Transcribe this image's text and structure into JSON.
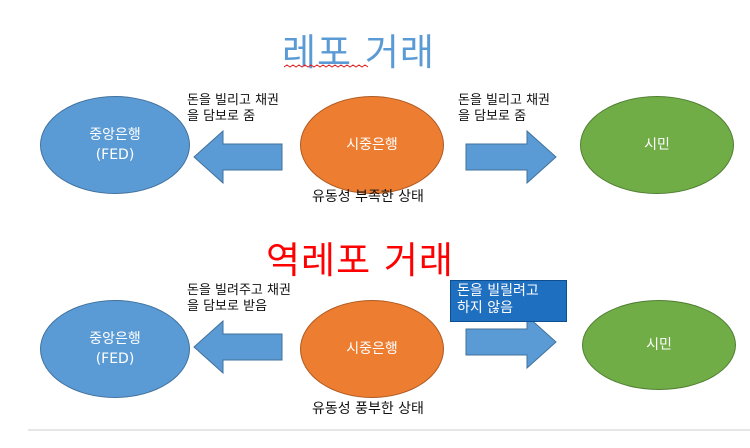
{
  "repo": {
    "title": "레포 거래",
    "central_bank": {
      "line1": "중앙은행",
      "line2": "(FED)"
    },
    "commercial_bank": "시중은행",
    "citizen": "시민",
    "left_note": {
      "line1": "돈을 빌리고 채권",
      "line2": "을 담보로 줌"
    },
    "right_note": {
      "line1": "돈을 빌리고 채권",
      "line2": "을 담보로 줌"
    },
    "caption": "유동성 부족한 상태"
  },
  "reverse_repo": {
    "title": "역레포 거래",
    "central_bank": {
      "line1": "중앙은행",
      "line2": "(FED)"
    },
    "commercial_bank": "시중은행",
    "citizen": "시민",
    "left_note": {
      "line1": "돈을 빌려주고 채권",
      "line2": "을 담보로 받음"
    },
    "callout": {
      "line1": "돈을 빌릴려고",
      "line2": "하지 않음"
    },
    "caption": "유동성 풍부한 상태"
  },
  "colors": {
    "repo_title": "#5b9bd5",
    "reverse_repo_title": "#ff0000",
    "central_bank": "#5b9bd5",
    "commercial_bank": "#ed7d31",
    "citizen": "#70ad47",
    "arrow": "#5b9bd5",
    "callout": "#1f6fc0"
  }
}
